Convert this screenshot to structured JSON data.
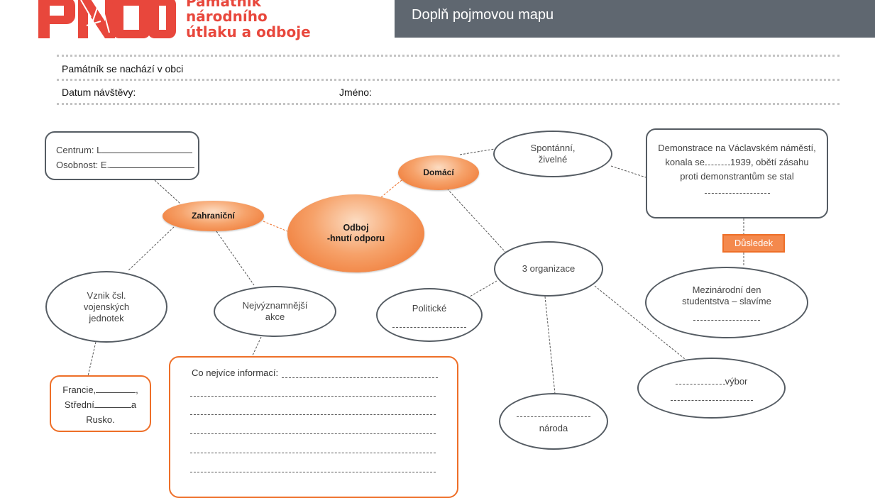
{
  "logo": {
    "mark_text": "PNOO",
    "line1": "Památník",
    "line2": "národního",
    "line3": "útlaku a odboje"
  },
  "header": {
    "title": "Doplň pojmovou mapu"
  },
  "form": {
    "place_label": "Památník se nachází v obci",
    "date_label": "Datum návštěvy:",
    "name_label": "Jméno:"
  },
  "map": {
    "center": {
      "line1": "Odboj",
      "line2": "-hnutí odporu"
    },
    "foreign": "Zahraniční",
    "domestic": "Domácí",
    "centrum_label": "Centrum: L",
    "osobnost_label": "Osobnost: E.",
    "units": {
      "line1": "Vznik čsl.",
      "line2": "vojenských",
      "line3": "jednotek"
    },
    "countries": {
      "line1_prefix": "Francie,",
      "line1_suffix": ",",
      "line2_prefix": "Střední",
      "line2_suffix": "a",
      "line3": "Rusko."
    },
    "actions": {
      "line1": "Nejvýznamnější",
      "line2": "akce"
    },
    "info_label": "Co nejvíce informací:",
    "spontaneous": {
      "line1": "Spontánní,",
      "line2": "živelné"
    },
    "demonstration": {
      "line1": "Demonstrace na Václavském náměstí,",
      "line2_prefix": "konala se",
      "line2_suffix": "1939, obětí zásahu",
      "line3": "proti demonstrantům se stal"
    },
    "consequence": "Důsledek",
    "international_day": {
      "line1": "Mezinárodní den",
      "line2": "studentstva – slavíme"
    },
    "three_orgs": "3 organizace",
    "political": "Politické",
    "committee_suffix": "výbor",
    "nation": "národa"
  },
  "colors": {
    "accent_orange": "#ee6f28",
    "header_gray": "#5f6770",
    "logo_red": "#e8473c",
    "outline_gray": "#555c63"
  }
}
